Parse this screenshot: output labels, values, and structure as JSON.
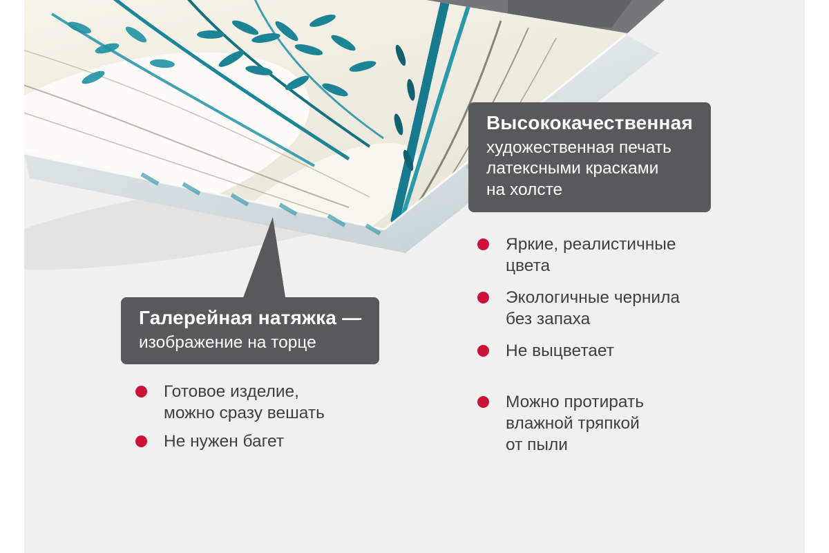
{
  "page": {
    "background": "#ffffff",
    "image_background": "#f0f0f1"
  },
  "colors": {
    "callout_background": "#58595b",
    "callout_text": "#ffffff",
    "bullet_dot": "#cc1236",
    "feature_text": "#3e3f41",
    "canvas_teal": "#1d8496",
    "canvas_base": "#f2efe6"
  },
  "photo": {
    "label": "corner of stretched canvas print with teal botanical artwork"
  },
  "callouts": {
    "print_quality": {
      "title": "Высококачественная",
      "body": "художественная печать\nлатексными красками\nна холсте"
    },
    "gallery_wrap": {
      "title": "Галерейная натяжка —",
      "body": "изображение на торце"
    }
  },
  "features_left": [
    {
      "text": "Готовое изделие,\nможно сразу вешать"
    },
    {
      "text": "Не нужен багет"
    }
  ],
  "features_right": [
    {
      "text": "Яркие, реалистичные\nцвета"
    },
    {
      "text": "Экологичные чернила\nбез запаха"
    },
    {
      "text": "Не выцветает"
    },
    {
      "text": "Можно протирать\nвлажной тряпкой\nот пыли"
    }
  ]
}
